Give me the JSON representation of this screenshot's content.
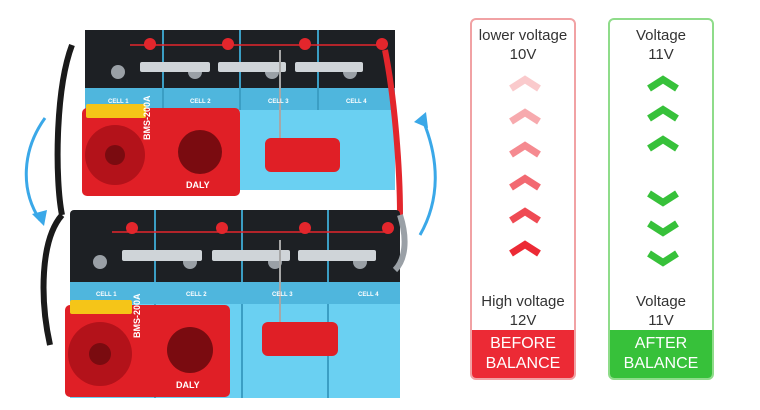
{
  "colors": {
    "cell_blue": "#5cc8ee",
    "cell_top": "#1d2024",
    "bms_red": "#e01f26",
    "wire_red": "#e3262c",
    "wire_black": "#1a1a1a",
    "arrow_blue": "#3aa8e8",
    "before_red": "#ec2a35",
    "after_green": "#37c13a"
  },
  "top_pack": {
    "cells": [
      "CELL 1",
      "CELL 2",
      "CELL 3",
      "CELL 4"
    ],
    "bms_label": "BMS-200A",
    "brand": "DALY"
  },
  "bottom_pack": {
    "cells": [
      "CELL 1",
      "CELL 2",
      "CELL 3",
      "CELL 4"
    ],
    "bms_label": "BMS-200A",
    "brand": "DALY"
  },
  "before_panel": {
    "top_line1": "lower voltage",
    "top_line2": "10V",
    "bottom_line1": "High voltage",
    "bottom_line2": "12V",
    "band_line1": "BEFORE",
    "band_line2": "BALANCE",
    "arrow_icon": "chevron-up-icon",
    "arrow_count": 6
  },
  "after_panel": {
    "top_line1": "Voltage",
    "top_line2": "11V",
    "bottom_line1": "Voltage",
    "bottom_line2": "11V",
    "band_line1": "AFTER",
    "band_line2": "BALANCE",
    "up_arrow_icon": "chevron-up-icon",
    "down_arrow_icon": "chevron-down-icon",
    "up_count": 3,
    "down_count": 3
  }
}
